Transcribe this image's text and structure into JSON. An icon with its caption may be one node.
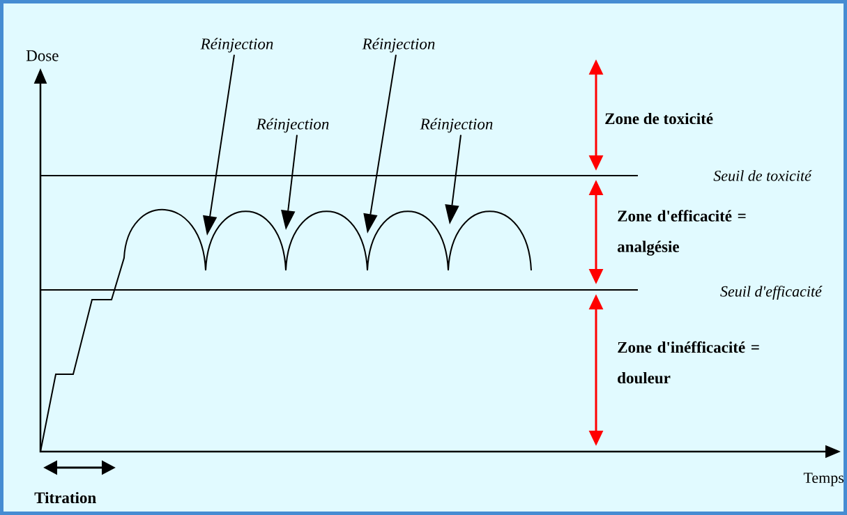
{
  "diagram": {
    "nodes": [
      {
        "text": [
          "Réinjection"
        ]
      },
      {
        "text": [
          "Réinjection"
        ]
      },
      {
        "text": [
          "Réinjection"
        ]
      },
      {
        "text": [
          "Réinjection"
        ]
      }
    ],
    "edges": [
      {
        "from": 0,
        "to": null,
        "arrow": "to"
      },
      {
        "from": 1,
        "to": null,
        "arrow": "to"
      },
      {
        "from": 2,
        "to": null,
        "arrow": "to"
      },
      {
        "from": 3,
        "to": null,
        "arrow": "to"
      }
    ],
    "labels": [
      "Dose",
      "Zone de toxicité",
      "Seuil de toxicité",
      "Zone d'efficacité = analgésie",
      "Seuil d'efficacité",
      "Zone d'inéfficacité = douleur",
      "Temps",
      "Titration"
    ]
  }
}
